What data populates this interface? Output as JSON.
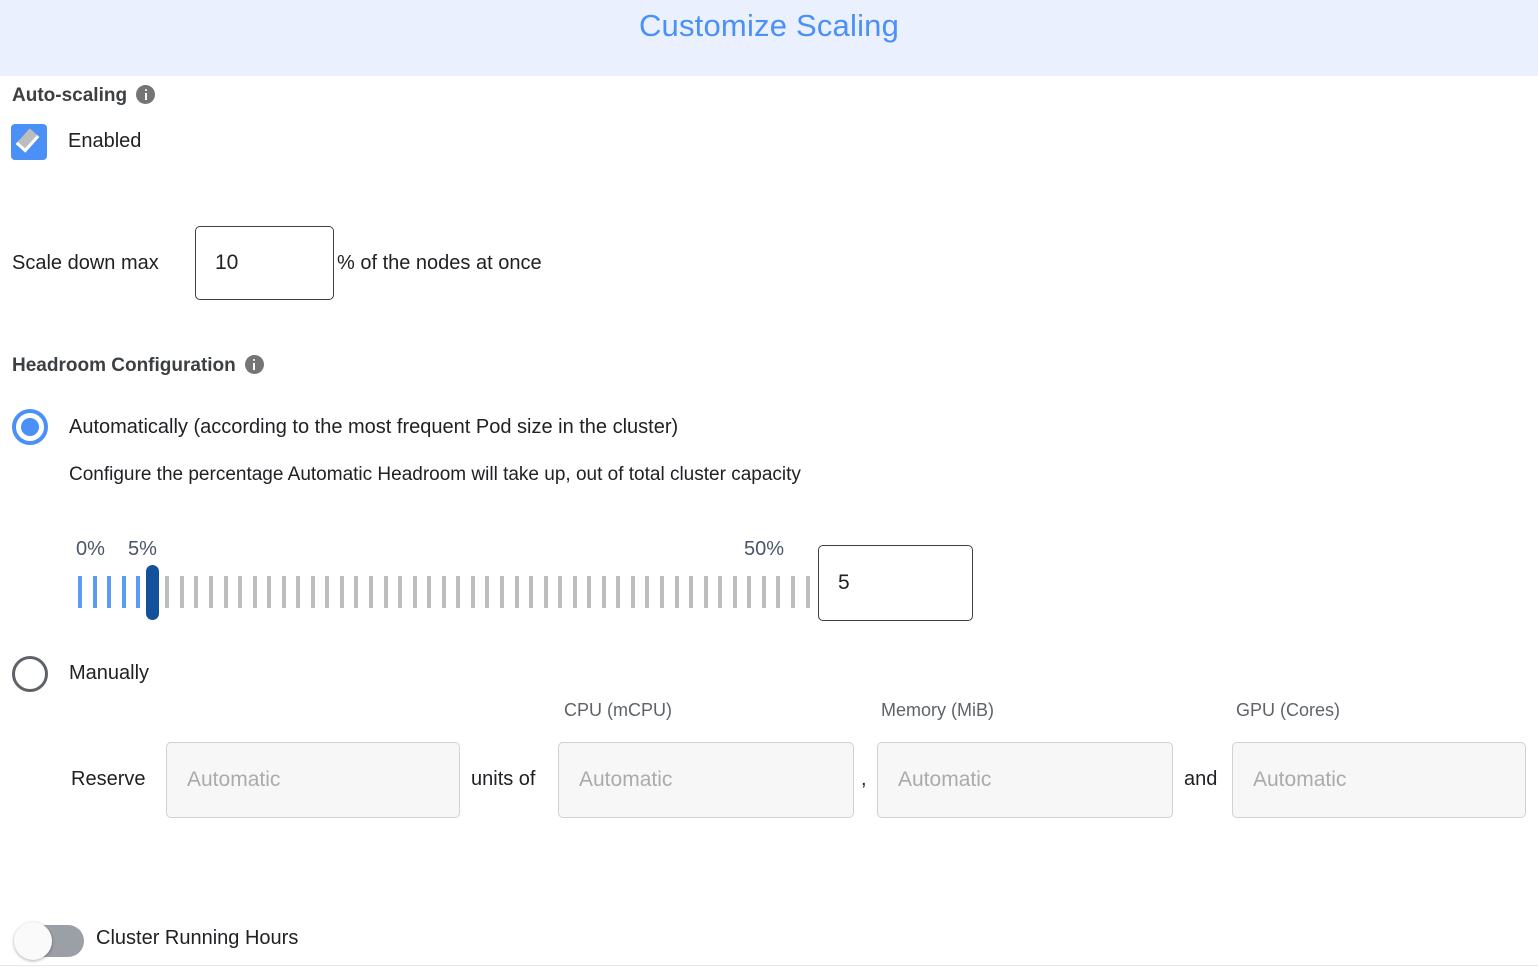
{
  "header": {
    "title": "Customize Scaling",
    "title_color": "#4a90f7",
    "background_color": "#eaf0fd"
  },
  "autoscaling": {
    "section_label": "Auto-scaling",
    "info_icon": "info-icon",
    "checkbox": {
      "label": "Enabled",
      "checked": true,
      "color": "#4a90f7"
    },
    "scale_down": {
      "prefix_label": "Scale down max",
      "value": "10",
      "suffix_label": "% of the nodes at once"
    }
  },
  "headroom": {
    "section_label": "Headroom Configuration",
    "info_icon": "info-icon",
    "options": [
      {
        "id": "automatic",
        "label": "Automatically (according to the most frequent Pod size in the cluster)",
        "selected": true,
        "description": "Configure the percentage Automatic Headroom will take up, out of total cluster capacity"
      },
      {
        "id": "manual",
        "label": "Manually",
        "selected": false
      }
    ],
    "slider": {
      "min_label": "0%",
      "current_label": "5%",
      "max_label": "50%",
      "min": 0,
      "max": 50,
      "value": 5,
      "tick_count": 51,
      "active_color": "#5b9bf5",
      "inactive_color": "#bdbdbd",
      "thumb_color": "#14519b"
    },
    "slider_value_input": {
      "value": "5"
    },
    "manual_reserve": {
      "reserve_label": "Reserve",
      "units_label": "units of",
      "comma_label": ",",
      "and_label": "and",
      "fields": [
        {
          "id": "units",
          "column_header": "",
          "placeholder": "Automatic",
          "value": "",
          "disabled": true
        },
        {
          "id": "cpu",
          "column_header": "CPU (mCPU)",
          "placeholder": "Automatic",
          "value": "",
          "disabled": true
        },
        {
          "id": "memory",
          "column_header": "Memory (MiB)",
          "placeholder": "Automatic",
          "value": "",
          "disabled": true
        },
        {
          "id": "gpu",
          "column_header": "GPU (Cores)",
          "placeholder": "Automatic",
          "value": "",
          "disabled": true
        }
      ]
    }
  },
  "cluster_running_hours": {
    "label": "Cluster Running Hours",
    "enabled": false
  }
}
